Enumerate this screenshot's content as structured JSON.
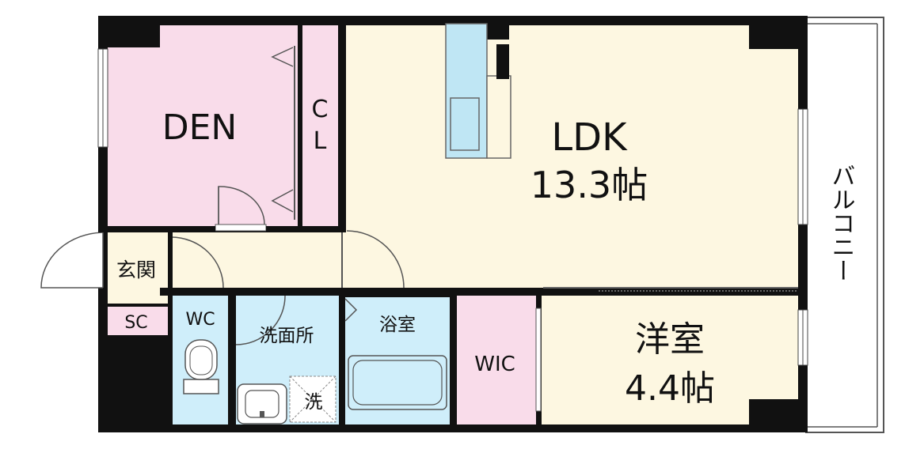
{
  "rooms": {
    "den": "DEN",
    "closet_c": "C",
    "closet_l": "L",
    "ldk": "LDK",
    "ldk_size": "13.3帖",
    "balcony": "バルコニー",
    "entrance": "玄関",
    "shoe_closet": "SC",
    "wc": "WC",
    "washroom": "洗面所",
    "bathroom": "浴室",
    "wic": "WIC",
    "western": "洋室",
    "western_size": "4.4帖",
    "washer": "洗"
  },
  "colors": {
    "wall": "#111111",
    "den": "#f9dcea",
    "ldk": "#fdf7e1",
    "wet": "#cfeefa",
    "wic": "#f9dcea",
    "kitchen": "#bfe6f4"
  }
}
